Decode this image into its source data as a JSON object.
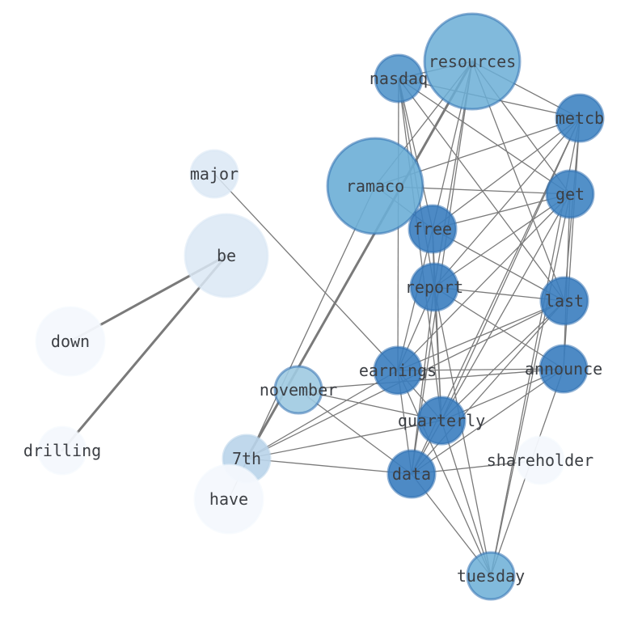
{
  "graph": {
    "colors": {
      "edge": "#7a7a7a",
      "label": "#3c3f44",
      "stroke_dark": "#2f6fb0"
    },
    "nodes": [
      {
        "id": "resources",
        "label": "resources",
        "fill": "#6baed6",
        "alpha": 0.85
      },
      {
        "id": "nasdaq",
        "label": "nasdaq",
        "fill": "#4a90c8",
        "alpha": 0.85
      },
      {
        "id": "metcb",
        "label": "metcb",
        "fill": "#3f84c2",
        "alpha": 0.9
      },
      {
        "id": "ramaco",
        "label": "ramaco",
        "fill": "#6baed6",
        "alpha": 0.9
      },
      {
        "id": "get",
        "label": "get",
        "fill": "#3f84c2",
        "alpha": 0.9
      },
      {
        "id": "major",
        "label": "major",
        "fill": "#dbe7f5",
        "alpha": 0.85
      },
      {
        "id": "free",
        "label": "free",
        "fill": "#3a7dbf",
        "alpha": 0.9
      },
      {
        "id": "be",
        "label": "be",
        "fill": "#dbe7f5",
        "alpha": 0.85
      },
      {
        "id": "report",
        "label": "report",
        "fill": "#3a7dbf",
        "alpha": 0.9
      },
      {
        "id": "last",
        "label": "last",
        "fill": "#3a7dbf",
        "alpha": 0.9
      },
      {
        "id": "down",
        "label": "down",
        "fill": "#f4f8fd",
        "alpha": 0.95
      },
      {
        "id": "earnings",
        "label": "earnings",
        "fill": "#3a7dbf",
        "alpha": 0.9
      },
      {
        "id": "announce",
        "label": "announce",
        "fill": "#3a7dbf",
        "alpha": 0.9
      },
      {
        "id": "november",
        "label": "november",
        "fill": "#9ecae1",
        "alpha": 0.9
      },
      {
        "id": "quarterly",
        "label": "quarterly",
        "fill": "#3a7dbf",
        "alpha": 0.9
      },
      {
        "id": "drilling",
        "label": "drilling",
        "fill": "#f4f8fd",
        "alpha": 0.95
      },
      {
        "id": "7th",
        "label": "7th",
        "fill": "#b9d4ea",
        "alpha": 0.9
      },
      {
        "id": "data",
        "label": "data",
        "fill": "#3a7dbf",
        "alpha": 0.9
      },
      {
        "id": "shareholder",
        "label": "shareholder",
        "fill": "#f4f8fd",
        "alpha": 0.95
      },
      {
        "id": "have",
        "label": "have",
        "fill": "#f4f8fd",
        "alpha": 0.95
      },
      {
        "id": "tuesday",
        "label": "tuesday",
        "fill": "#6baed6",
        "alpha": 0.85
      }
    ],
    "edges": [
      {
        "source": "be",
        "target": "down",
        "weight": 2
      },
      {
        "source": "be",
        "target": "drilling",
        "weight": 2
      },
      {
        "source": "resources",
        "target": "7th",
        "weight": 2
      },
      {
        "source": "ramaco",
        "target": "have",
        "weight": 1
      },
      {
        "source": "major",
        "target": "earnings",
        "weight": 1
      },
      {
        "source": "resources",
        "target": "nasdaq",
        "weight": 1
      },
      {
        "source": "resources",
        "target": "metcb",
        "weight": 1
      },
      {
        "source": "resources",
        "target": "ramaco",
        "weight": 1
      },
      {
        "source": "resources",
        "target": "get",
        "weight": 1
      },
      {
        "source": "resources",
        "target": "free",
        "weight": 1
      },
      {
        "source": "resources",
        "target": "report",
        "weight": 1
      },
      {
        "source": "resources",
        "target": "last",
        "weight": 1
      },
      {
        "source": "resources",
        "target": "data",
        "weight": 1
      },
      {
        "source": "nasdaq",
        "target": "metcb",
        "weight": 1
      },
      {
        "source": "nasdaq",
        "target": "get",
        "weight": 1
      },
      {
        "source": "nasdaq",
        "target": "free",
        "weight": 1
      },
      {
        "source": "nasdaq",
        "target": "report",
        "weight": 1
      },
      {
        "source": "nasdaq",
        "target": "last",
        "weight": 1
      },
      {
        "source": "nasdaq",
        "target": "earnings",
        "weight": 1
      },
      {
        "source": "nasdaq",
        "target": "quarterly",
        "weight": 1
      },
      {
        "source": "metcb",
        "target": "ramaco",
        "weight": 1
      },
      {
        "source": "metcb",
        "target": "free",
        "weight": 1
      },
      {
        "source": "metcb",
        "target": "report",
        "weight": 1
      },
      {
        "source": "metcb",
        "target": "last",
        "weight": 1
      },
      {
        "source": "metcb",
        "target": "announce",
        "weight": 1
      },
      {
        "source": "metcb",
        "target": "quarterly",
        "weight": 1
      },
      {
        "source": "metcb",
        "target": "data",
        "weight": 1
      },
      {
        "source": "metcb",
        "target": "tuesday",
        "weight": 1
      },
      {
        "source": "ramaco",
        "target": "get",
        "weight": 1
      },
      {
        "source": "ramaco",
        "target": "free",
        "weight": 1
      },
      {
        "source": "get",
        "target": "free",
        "weight": 1
      },
      {
        "source": "get",
        "target": "report",
        "weight": 1
      },
      {
        "source": "get",
        "target": "earnings",
        "weight": 1
      },
      {
        "source": "get",
        "target": "quarterly",
        "weight": 1
      },
      {
        "source": "get",
        "target": "announce",
        "weight": 1
      },
      {
        "source": "get",
        "target": "tuesday",
        "weight": 1
      },
      {
        "source": "free",
        "target": "last",
        "weight": 1
      },
      {
        "source": "free",
        "target": "report",
        "weight": 1
      },
      {
        "source": "free",
        "target": "earnings",
        "weight": 1
      },
      {
        "source": "free",
        "target": "quarterly",
        "weight": 1
      },
      {
        "source": "report",
        "target": "last",
        "weight": 1
      },
      {
        "source": "report",
        "target": "announce",
        "weight": 1
      },
      {
        "source": "report",
        "target": "earnings",
        "weight": 1
      },
      {
        "source": "report",
        "target": "quarterly",
        "weight": 1
      },
      {
        "source": "report",
        "target": "data",
        "weight": 1
      },
      {
        "source": "report",
        "target": "tuesday",
        "weight": 1
      },
      {
        "source": "last",
        "target": "earnings",
        "weight": 1
      },
      {
        "source": "last",
        "target": "quarterly",
        "weight": 1
      },
      {
        "source": "last",
        "target": "data",
        "weight": 1
      },
      {
        "source": "last",
        "target": "7th",
        "weight": 1
      },
      {
        "source": "earnings",
        "target": "announce",
        "weight": 1
      },
      {
        "source": "earnings",
        "target": "quarterly",
        "weight": 1
      },
      {
        "source": "earnings",
        "target": "data",
        "weight": 1
      },
      {
        "source": "earnings",
        "target": "7th",
        "weight": 1
      },
      {
        "source": "earnings",
        "target": "tuesday",
        "weight": 1
      },
      {
        "source": "announce",
        "target": "november",
        "weight": 1
      },
      {
        "source": "announce",
        "target": "quarterly",
        "weight": 1
      },
      {
        "source": "announce",
        "target": "data",
        "weight": 1
      },
      {
        "source": "announce",
        "target": "tuesday",
        "weight": 1
      },
      {
        "source": "november",
        "target": "quarterly",
        "weight": 1
      },
      {
        "source": "november",
        "target": "data",
        "weight": 1
      },
      {
        "source": "quarterly",
        "target": "7th",
        "weight": 1
      },
      {
        "source": "quarterly",
        "target": "data",
        "weight": 1
      },
      {
        "source": "quarterly",
        "target": "tuesday",
        "weight": 1
      },
      {
        "source": "7th",
        "target": "data",
        "weight": 1
      },
      {
        "source": "data",
        "target": "shareholder",
        "weight": 1
      },
      {
        "source": "data",
        "target": "tuesday",
        "weight": 1
      }
    ]
  }
}
